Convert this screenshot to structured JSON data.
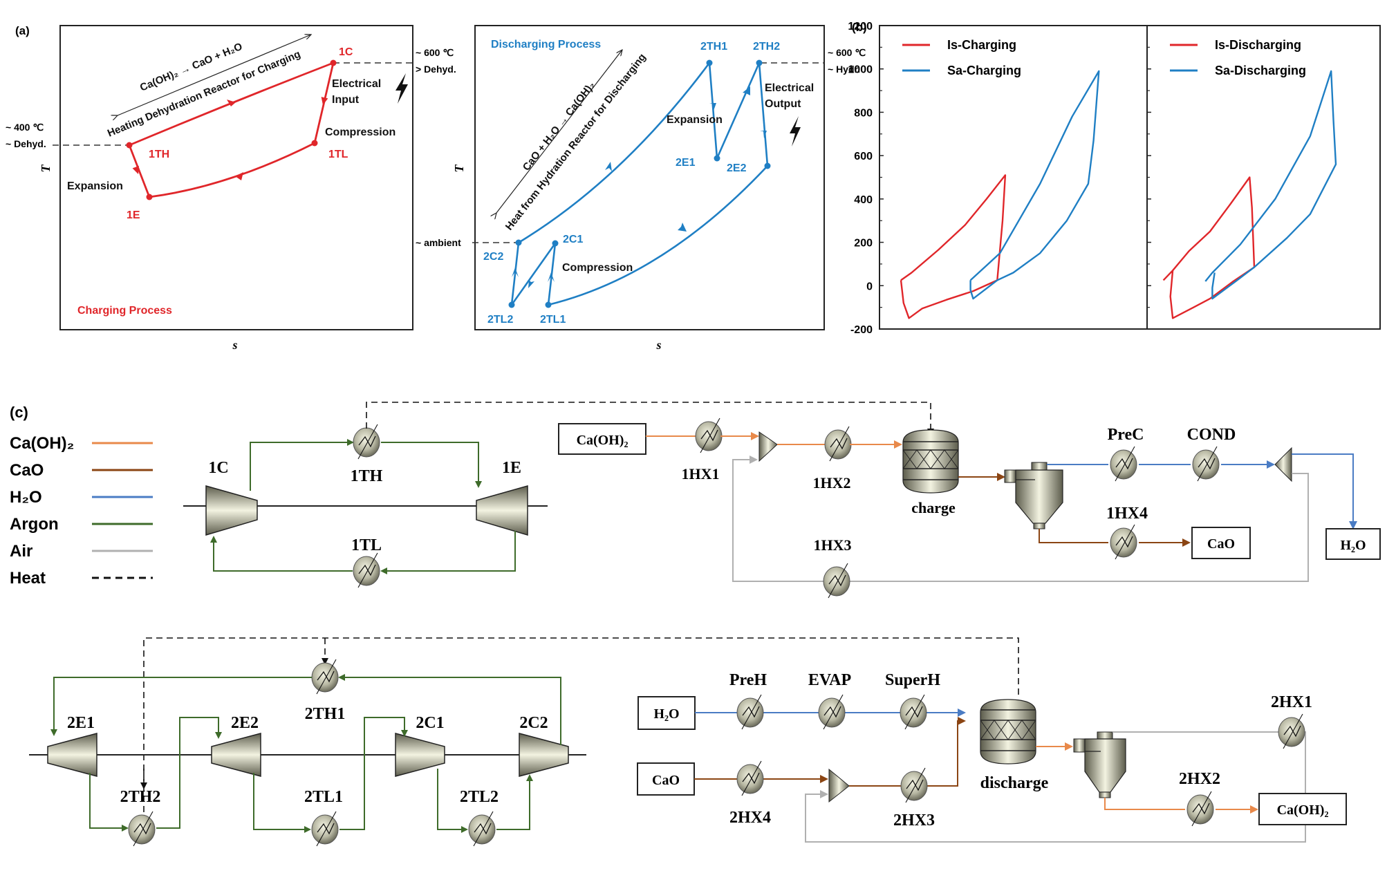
{
  "panel_a": {
    "label": "(a)",
    "charging": {
      "title": "Charging Process",
      "x_axis_label": "s",
      "y_axis_label": "T",
      "left_annotations": [
        "~ 400 ℃",
        "~ Dehyd."
      ],
      "reaction": "Ca(OH)₂ → CaO + H₂O",
      "reactor_label": "Heating Dehydration Reactor for Charging",
      "electrical_label_1": "Electrical",
      "electrical_label_2": "Input",
      "compression_label": "Compression",
      "expansion_label": "Expansion",
      "points": [
        "1C",
        "1TH",
        "1TL",
        "1E"
      ],
      "color": "#e0262a"
    },
    "middle_annotations": [
      "~ 600 ℃",
      "> Dehyd.",
      "~ ambient"
    ],
    "discharging": {
      "title": "Discharging Process",
      "x_axis_label": "s",
      "y_axis_label": "T",
      "reaction": "CaO + H₂O → Ca(OH)₂",
      "reactor_label": "Heat from Hydration Reactor for Discharging",
      "electrical_label_1": "Electrical",
      "electrical_label_2": "Output",
      "expansion_label": "Expansion",
      "compression_label": "Compression",
      "points": [
        "2TH1",
        "2TH2",
        "2E1",
        "2E2",
        "2C1",
        "2C2",
        "2TL1",
        "2TL2"
      ],
      "color": "#1f7fc4"
    },
    "right_annotations": [
      "~ 600 ℃",
      "~ Hydr."
    ]
  },
  "chart_data": {
    "type": "line",
    "label": "(b)",
    "ylim": [
      -200,
      1200
    ],
    "yticks": [
      -200,
      0,
      200,
      400,
      600,
      800,
      1000,
      1200
    ],
    "panels": [
      {
        "name": "charging",
        "series": [
          {
            "name": "Is-Charging",
            "color": "#e0262a",
            "points": [
              [
                0.08,
                25
              ],
              [
                0.12,
                60
              ],
              [
                0.22,
                165
              ],
              [
                0.32,
                280
              ],
              [
                0.4,
                400
              ],
              [
                0.47,
                510
              ],
              [
                0.46,
                300
              ],
              [
                0.44,
                25
              ],
              [
                0.35,
                -25
              ],
              [
                0.25,
                -65
              ],
              [
                0.16,
                -105
              ],
              [
                0.11,
                -150
              ],
              [
                0.09,
                -80
              ],
              [
                0.08,
                25
              ]
            ]
          },
          {
            "name": "Sa-Charging",
            "color": "#1f7fc4",
            "points": [
              [
                0.34,
                25
              ],
              [
                0.45,
                150
              ],
              [
                0.6,
                470
              ],
              [
                0.72,
                780
              ],
              [
                0.82,
                990
              ],
              [
                0.8,
                670
              ],
              [
                0.78,
                470
              ],
              [
                0.7,
                300
              ],
              [
                0.6,
                150
              ],
              [
                0.5,
                60
              ],
              [
                0.44,
                25
              ],
              [
                0.35,
                -60
              ],
              [
                0.34,
                -20
              ],
              [
                0.34,
                25
              ]
            ]
          }
        ]
      },
      {
        "name": "discharging",
        "series": [
          {
            "name": "Is-Discharging",
            "color": "#e0262a",
            "points": [
              [
                0.07,
                25
              ],
              [
                0.11,
                70
              ],
              [
                0.18,
                160
              ],
              [
                0.27,
                250
              ],
              [
                0.36,
                380
              ],
              [
                0.44,
                500
              ],
              [
                0.45,
                360
              ],
              [
                0.46,
                85
              ],
              [
                0.37,
                20
              ],
              [
                0.27,
                -60
              ],
              [
                0.2,
                -100
              ],
              [
                0.11,
                -150
              ],
              [
                0.1,
                -50
              ],
              [
                0.11,
                70
              ]
            ]
          },
          {
            "name": "Sa-Discharging",
            "color": "#1f7fc4",
            "points": [
              [
                0.25,
                20
              ],
              [
                0.28,
                60
              ],
              [
                0.4,
                190
              ],
              [
                0.55,
                400
              ],
              [
                0.7,
                690
              ],
              [
                0.79,
                990
              ],
              [
                0.8,
                760
              ],
              [
                0.81,
                560
              ],
              [
                0.7,
                330
              ],
              [
                0.6,
                220
              ],
              [
                0.46,
                85
              ],
              [
                0.38,
                20
              ],
              [
                0.28,
                -60
              ],
              [
                0.28,
                -10
              ],
              [
                0.29,
                60
              ]
            ]
          }
        ]
      }
    ],
    "legend_placement": "top-left"
  },
  "panel_c": {
    "label": "(c)",
    "legend": [
      {
        "label": "Ca(OH)₂",
        "color": "#e8894a",
        "style": "solid"
      },
      {
        "label": "CaO",
        "color": "#8b4513",
        "style": "solid"
      },
      {
        "label": "H₂O",
        "color": "#4a7cc4",
        "style": "solid"
      },
      {
        "label": "Argon",
        "color": "#3e6b2a",
        "style": "solid"
      },
      {
        "label": "Air",
        "color": "#b0b0b0",
        "style": "solid"
      },
      {
        "label": "Heat",
        "color": "#111111",
        "style": "dashed"
      }
    ],
    "charging_loop": {
      "compressor": "1C",
      "expander": "1E",
      "hot_hx": "1TH",
      "cold_hx": "1TL"
    },
    "charging_reactor": {
      "feed": "Ca(OH)₂",
      "hx1": "1HX1",
      "hx2": "1HX2",
      "hx3": "1HX3",
      "hx4": "1HX4",
      "reactor": "charge",
      "prec": "PreC",
      "cond": "COND",
      "out_solid": "CaO",
      "out_water": "H₂O"
    },
    "discharging_loop": {
      "expander1": "2E1",
      "expander2": "2E2",
      "compressor1": "2C1",
      "compressor2": "2C2",
      "hot_hx1": "2TH1",
      "hot_hx2": "2TH2",
      "cold_hx1": "2TL1",
      "cold_hx2": "2TL2"
    },
    "discharging_reactor": {
      "feed_water": "H₂O",
      "feed_solid": "CaO",
      "preh": "PreH",
      "evap": "EVAP",
      "superh": "SuperH",
      "hx1": "2HX1",
      "hx2": "2HX2",
      "hx3": "2HX3",
      "hx4": "2HX4",
      "reactor": "discharge",
      "out_solid": "Ca(OH)₂"
    }
  }
}
